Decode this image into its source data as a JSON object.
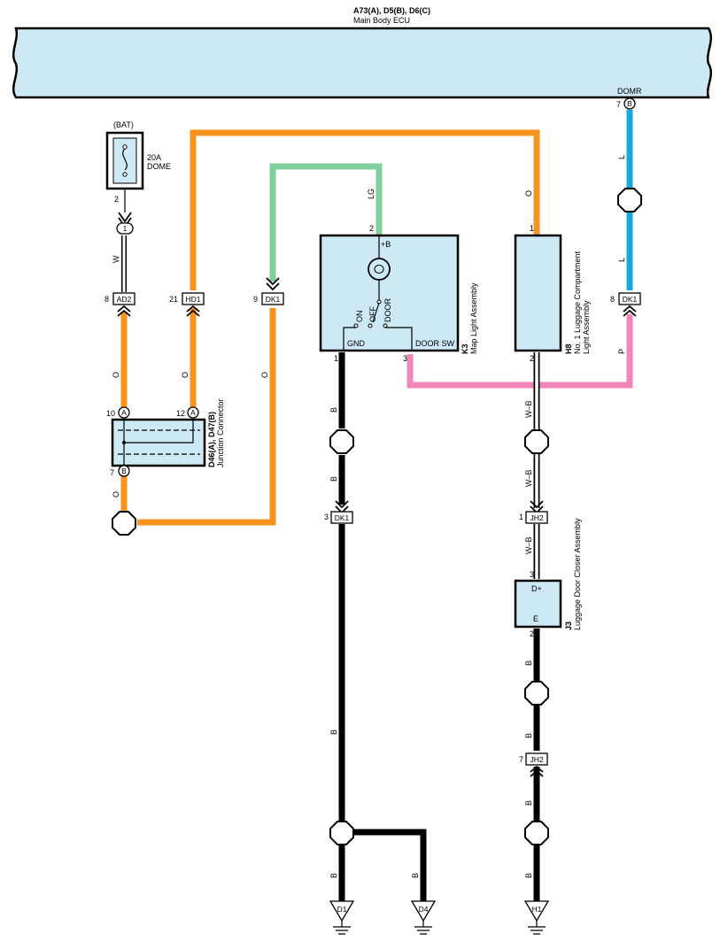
{
  "ecu": {
    "connectors": "A73(A), D5(B), D6(C)",
    "name": "Main Body ECU",
    "terminal_name": "DOMR",
    "terminal_pin": "7",
    "terminal_letter": "B"
  },
  "fuse": {
    "source": "(BAT)",
    "rating": "20A",
    "name": "DOME",
    "pin": "2",
    "inline_pin": "1"
  },
  "wires": {
    "w": "W",
    "o": "O",
    "lg": "LG",
    "l": "L",
    "p": "P",
    "b": "B",
    "wb": "W–B"
  },
  "connectors": {
    "ad2": {
      "label": "AD2",
      "pin": "8"
    },
    "hd1": {
      "label": "HD1",
      "pin": "21"
    },
    "dk1_left": {
      "label": "DK1",
      "pin": "9"
    },
    "dk1_right": {
      "label": "DK1",
      "pin": "8"
    },
    "dk1_mid": {
      "label": "DK1",
      "pin": "3"
    },
    "jh2_top": {
      "label": "JH2",
      "pin": "1"
    },
    "jh2_bottom": {
      "label": "JH2",
      "pin": "7"
    }
  },
  "junction": {
    "pin_a10": "10",
    "pin_a12": "12",
    "pin_b7": "7",
    "letter_a": "A",
    "letter_b": "B",
    "code": "D46(A), D47(B)",
    "name": "Junction Connector"
  },
  "map_light": {
    "code": "K3",
    "name": "Map Light Assembly",
    "pin_top": "2",
    "pin_gnd": "1",
    "pin_door": "3",
    "b_plus": "+B",
    "gnd": "GND",
    "door_sw": "DOOR SW",
    "sw_on": "ON",
    "sw_off": "OFF",
    "sw_door": "DOOR"
  },
  "luggage_light": {
    "code": "H8",
    "name_line1": "No. 1 Luggage Compartment",
    "name_line2": "Light Assembly",
    "pin_top": "1",
    "pin_bottom": "2"
  },
  "closer_ecu": {
    "code": "J3",
    "name": "Luggage Door Closer Assembly",
    "pin_top": "3",
    "pin_bottom": "2",
    "d_plus": "D+",
    "e": "E"
  },
  "grounds": {
    "d1": "D1",
    "d4": "D4",
    "h1": "H1"
  },
  "colors": {
    "orange": "#f7931e",
    "green": "#7fcf9a",
    "blue": "#16a6e0",
    "pink": "#ef85b8",
    "black": "#000000",
    "box_fill": "#cce9f5"
  }
}
